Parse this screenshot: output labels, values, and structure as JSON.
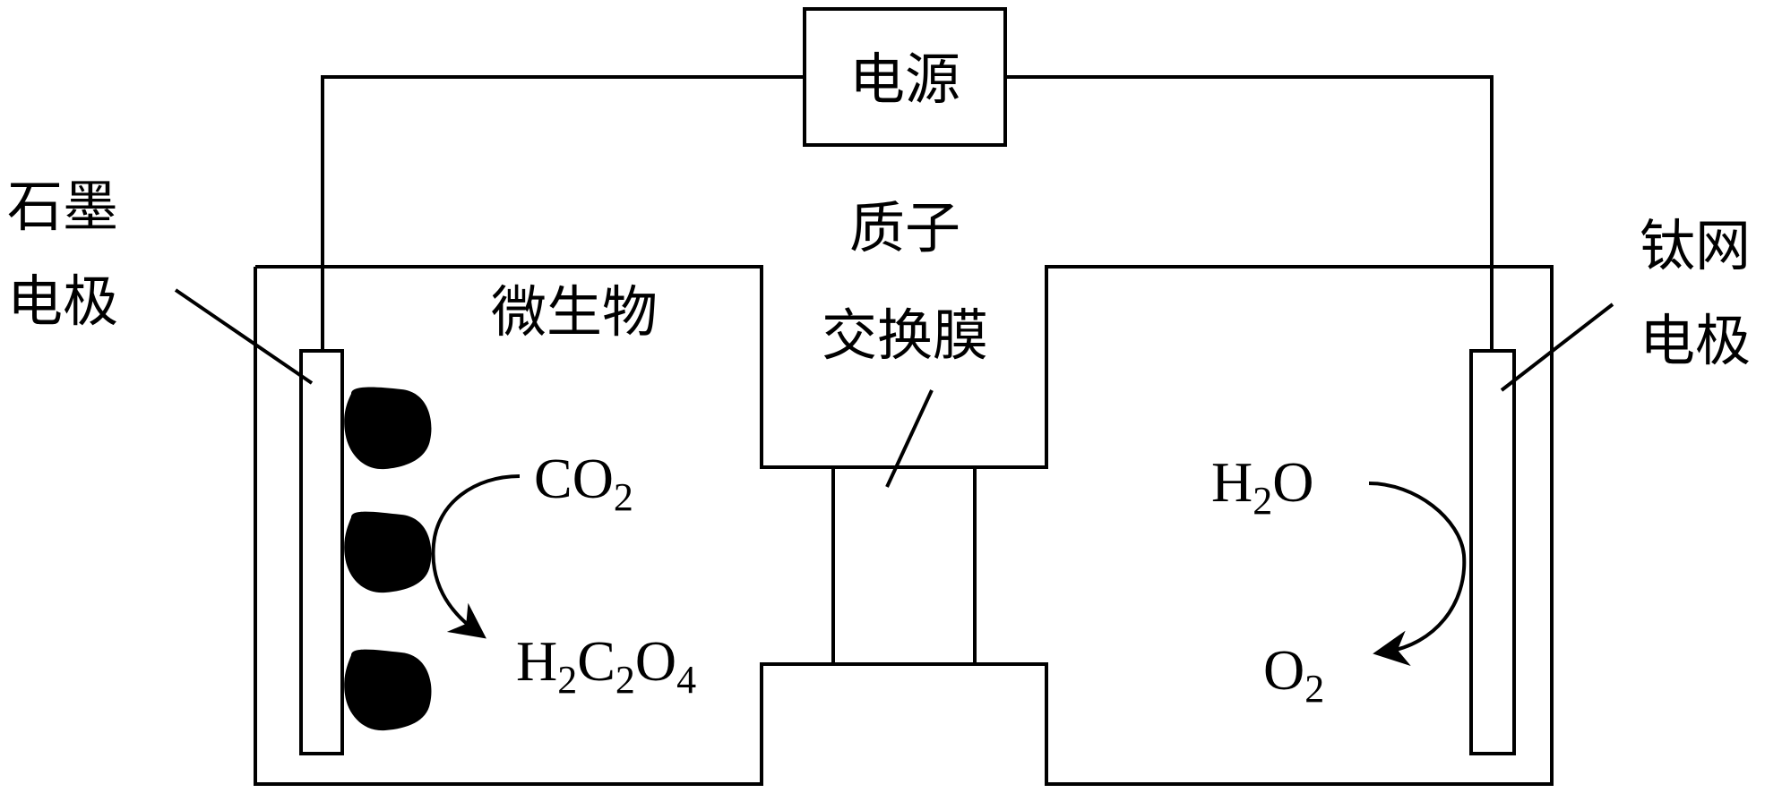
{
  "labels": {
    "power": "电源",
    "graphite_line1": "石墨",
    "graphite_line2": "电极",
    "microbe": "微生物",
    "membrane_line1": "质子",
    "membrane_line2": "交换膜",
    "titanium_line1": "钛网",
    "titanium_line2": "电极"
  },
  "chemistry": {
    "left_reactant": {
      "base": "CO",
      "sub": "2"
    },
    "left_product": {
      "parts": [
        "H",
        "2",
        "C",
        "2",
        "O",
        "4"
      ]
    },
    "right_reactant": {
      "parts": [
        "H",
        "2",
        "O"
      ]
    },
    "right_product": {
      "base": "O",
      "sub": "2"
    }
  },
  "colors": {
    "electrode_fill": "#b3b3b3",
    "membrane_fill": "#b3b3b3",
    "microbe_fill": "#000000",
    "line": "#000000"
  }
}
